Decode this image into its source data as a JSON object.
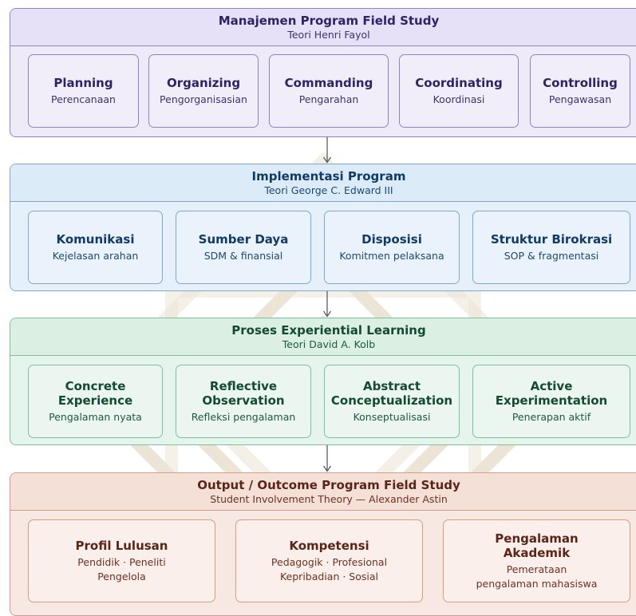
{
  "colors": {
    "arrow": "#5c5c5c",
    "watermark": "#e8dccb"
  },
  "sections": [
    {
      "title": "Manajemen Program Field Study",
      "subtitle": "Teori Henri Fayol",
      "cards": [
        {
          "title": "Planning",
          "sub": "Perencanaan"
        },
        {
          "title": "Organizing",
          "sub": "Pengorganisasian"
        },
        {
          "title": "Commanding",
          "sub": "Pengarahan"
        },
        {
          "title": "Coordinating",
          "sub": "Koordinasi"
        },
        {
          "title": "Controlling",
          "sub": "Pengawasan"
        }
      ]
    },
    {
      "title": "Implementasi Program",
      "subtitle": "Teori George C. Edward III",
      "cards": [
        {
          "title": "Komunikasi",
          "sub": "Kejelasan arahan"
        },
        {
          "title": "Sumber Daya",
          "sub": "SDM & finansial"
        },
        {
          "title": "Disposisi",
          "sub": "Komitmen pelaksana"
        },
        {
          "title": "Struktur Birokrasi",
          "sub": "SOP & fragmentasi"
        }
      ]
    },
    {
      "title": "Proses Experiential Learning",
      "subtitle": "Teori David A. Kolb",
      "cards": [
        {
          "title1": "Concrete",
          "title2": "Experience",
          "sub": "Pengalaman nyata"
        },
        {
          "title1": "Reflective",
          "title2": "Observation",
          "sub": "Refleksi pengalaman"
        },
        {
          "title1": "Abstract",
          "title2": "Conceptualization",
          "sub": "Konseptualisasi"
        },
        {
          "title1": "Active",
          "title2": "Experimentation",
          "sub": "Penerapan aktif"
        }
      ]
    },
    {
      "title": "Output / Outcome Program Field Study",
      "subtitle": "Student Involvement Theory — Alexander Astin",
      "cards": [
        {
          "title": "Profil Lulusan",
          "sub1": "Pendidik · Peneliti",
          "sub2": "Pengelola"
        },
        {
          "title": "Kompetensi",
          "sub1": "Pedagogik · Profesional",
          "sub2": "Kepribadian · Sosial"
        },
        {
          "title1": "Pengalaman",
          "title2": "Akademik",
          "sub1": "Pemerataan",
          "sub2": "pengalaman mahasiswa"
        }
      ]
    }
  ]
}
